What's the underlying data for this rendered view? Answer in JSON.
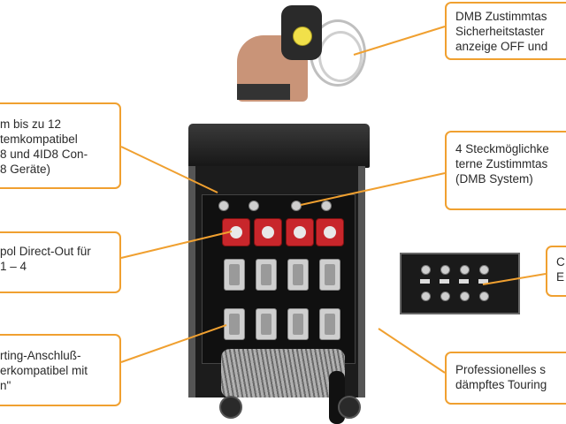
{
  "colors": {
    "callout_border": "#f0a030",
    "callout_text": "#2a2a2a",
    "socket_red": "#c8262b"
  },
  "callouts": {
    "top_right": {
      "lines": [
        "DMB Zustimmtas",
        "Sicherheitstaster",
        "anzeige OFF und"
      ]
    },
    "left_1": {
      "lines": [
        "m bis zu 12",
        "temkompatibel",
        "8 und 4ID8 Con-",
        "8 Geräte)"
      ]
    },
    "right_2": {
      "lines": [
        "4 Steckmöglichke",
        "terne Zustimmtas",
        "(DMB System)"
      ]
    },
    "left_2": {
      "lines": [
        "pol Direct-Out für",
        "1 – 4"
      ]
    },
    "right_3": {
      "lines": [
        "C",
        "E"
      ]
    },
    "left_3": {
      "lines": [
        "rting-Anschluß-",
        "erkompatibel mit",
        "n\""
      ]
    },
    "right_4": {
      "lines": [
        "Professionelles s",
        "dämpftes Touring"
      ]
    }
  }
}
